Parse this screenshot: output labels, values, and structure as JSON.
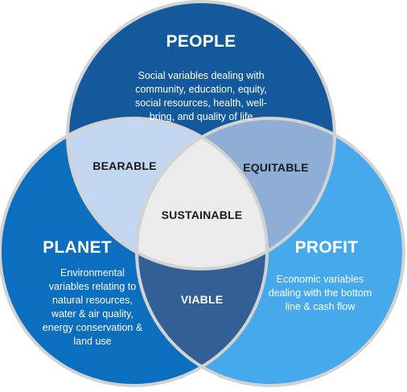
{
  "circles": [
    {
      "id": "people",
      "title": "PEOPLE",
      "description": "Social variables dealing with community, education, equity, social resources, health, well-bring, and quality of life",
      "color": "#13599b"
    },
    {
      "id": "planet",
      "title": "PLANET",
      "description": "Environmental variables relating to natural resources, water & air quality, energy conservation & land use",
      "color": "#0b6ebf"
    },
    {
      "id": "profit",
      "title": "PROFIT",
      "description": "Economic variables dealing with the bottom line & cash flow",
      "color": "#45a9ec"
    }
  ],
  "intersections": {
    "people_planet": {
      "label": "BEARABLE",
      "color": "#c4d7f0"
    },
    "people_profit": {
      "label": "EQUITABLE",
      "color": "#8faed6"
    },
    "planet_profit": {
      "label": "VIABLE",
      "color": "#315f96"
    },
    "center": {
      "label": "SUSTAINABLE",
      "color": "#ebebeb"
    }
  },
  "outline_color": "#d2d2d2"
}
